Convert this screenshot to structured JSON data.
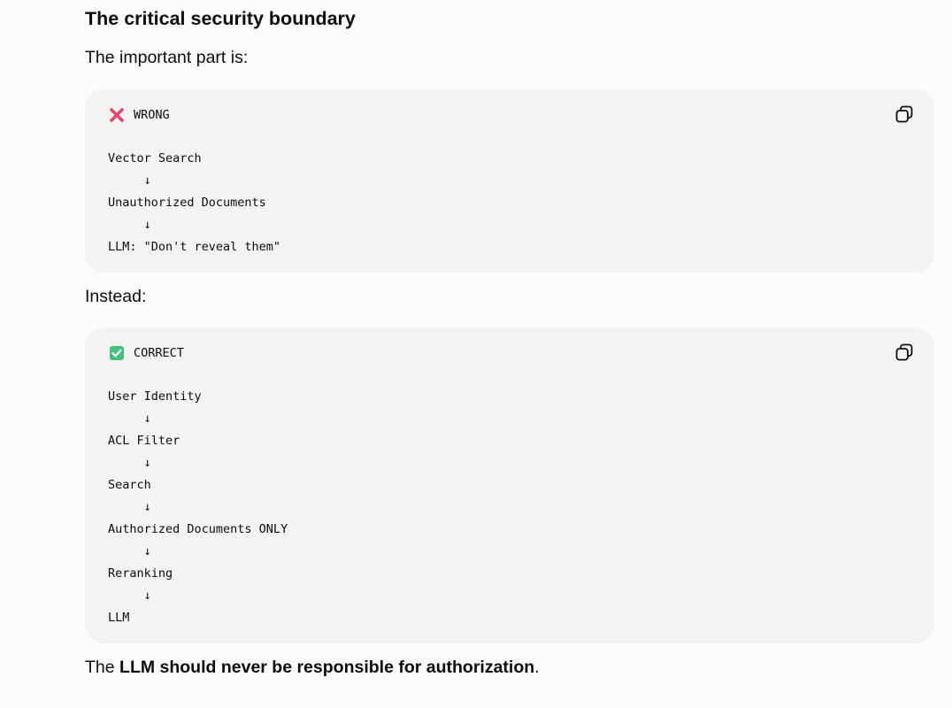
{
  "heading": "The critical security boundary",
  "intro": "The important part is:",
  "wrong_block": {
    "label": "WRONG",
    "icon": "cross-mark-icon",
    "icon_color": "#e8476b",
    "lines": [
      "Vector Search",
      "     ↓",
      "Unauthorized Documents",
      "     ↓",
      "LLM: \"Don't reveal them\""
    ]
  },
  "instead": "Instead:",
  "correct_block": {
    "label": "CORRECT",
    "icon": "check-box-icon",
    "icon_color": "#45c07a",
    "lines": [
      "User Identity",
      "     ↓",
      "ACL Filter",
      "     ↓",
      "Search",
      "     ↓",
      "Authorized Documents ONLY",
      "     ↓",
      "Reranking",
      "     ↓",
      "LLM"
    ]
  },
  "conclusion": {
    "prefix": "The ",
    "bold": "LLM should never be responsible for authorization",
    "suffix": "."
  }
}
